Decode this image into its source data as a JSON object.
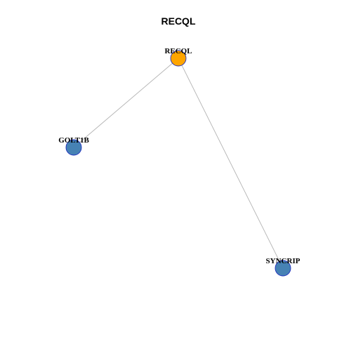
{
  "title": "RECQL",
  "colors": {
    "hub_node": "#FFA500",
    "neighbor_node": "#4682B4",
    "node_border": "#1F2FBF",
    "edge": "#B3B3B3"
  },
  "nodes": [
    {
      "id": "RECQL",
      "label": "RECQL",
      "role": "hub"
    },
    {
      "id": "GOLT1B",
      "label": "GOLT1B",
      "role": "neighbor"
    },
    {
      "id": "SYNCRIP",
      "label": "SYNCRIP",
      "role": "neighbor"
    }
  ],
  "edges": [
    {
      "from": "RECQL",
      "to": "GOLT1B"
    },
    {
      "from": "RECQL",
      "to": "SYNCRIP"
    }
  ]
}
